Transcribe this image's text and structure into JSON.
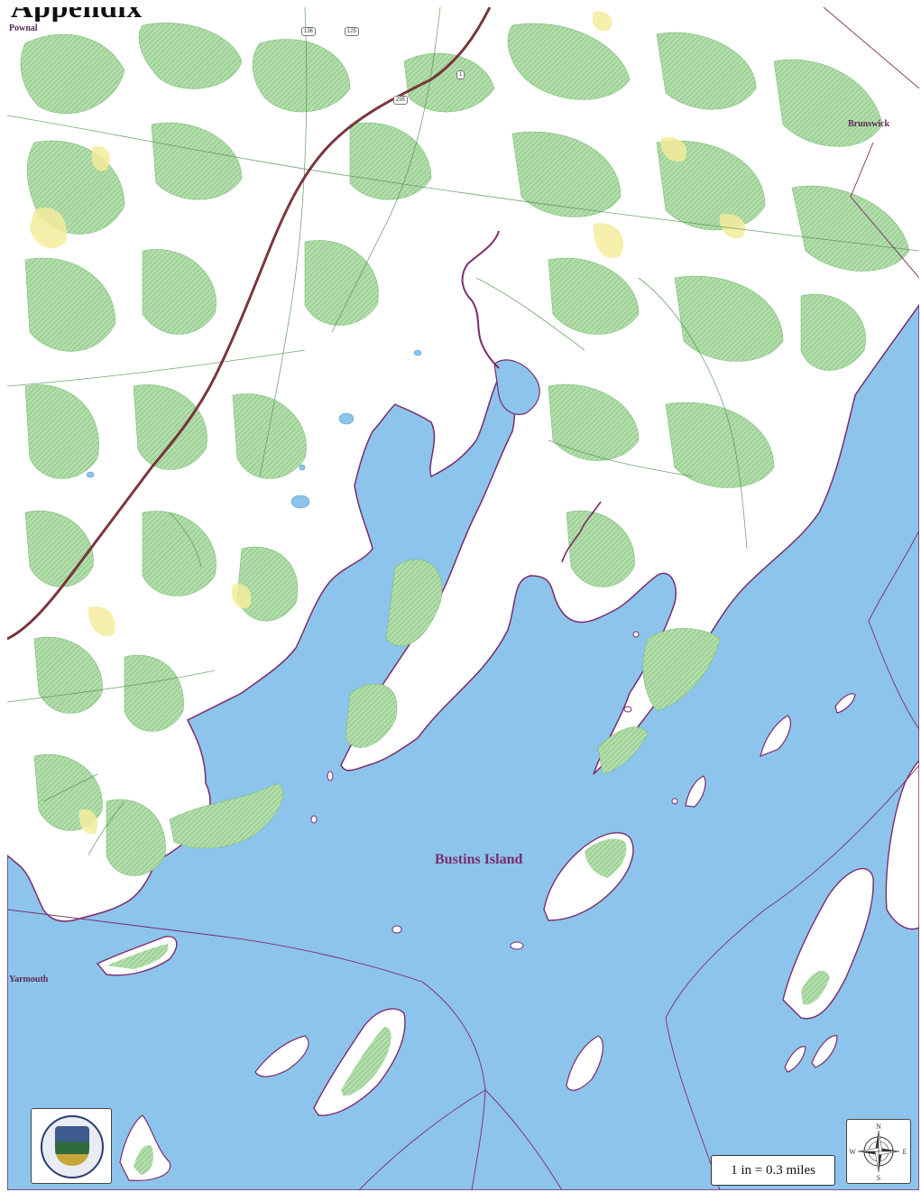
{
  "page": {
    "title": "Appendix"
  },
  "map": {
    "colors": {
      "water": "#8dc4ec",
      "land": "#ffffff",
      "woodland": "#a9d8a2",
      "woodland_edge": "#5aa85a",
      "wetland": "#f4ec9c",
      "coastline": "#7a2c6a",
      "boundary": "#7a2c6a",
      "highway": "#5a1f2a",
      "roads": "#4f8f4f"
    },
    "labels": {
      "towns": {
        "pownal": "Pownal",
        "brunswick": "Brunswick",
        "yarmouth": "Yarmouth"
      },
      "islands": {
        "bustins": "Bustins Island"
      },
      "routes": {
        "interstate": "295",
        "route_a": "136",
        "route_b": "125",
        "route_c": "1"
      }
    },
    "scale": {
      "text": "1 in = 0.3 miles"
    },
    "compass": {
      "n": "N",
      "s": "S",
      "e": "E",
      "w": "W",
      "icon": "compass-rose-icon"
    },
    "seal": {
      "icon": "maine-state-seal-icon"
    }
  }
}
